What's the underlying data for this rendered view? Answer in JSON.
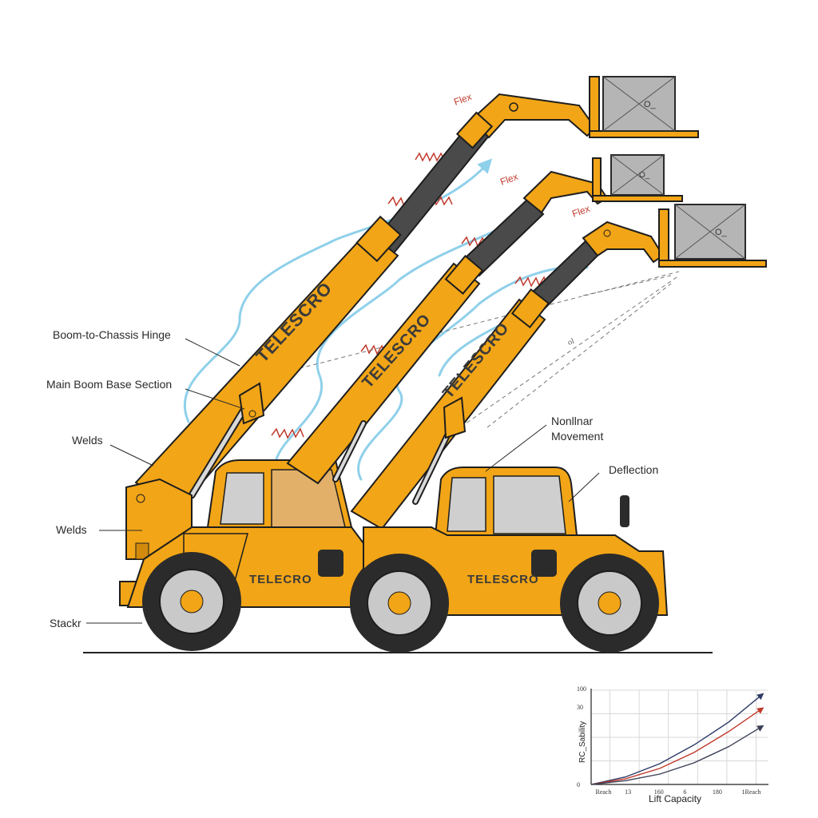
{
  "callouts": {
    "hinge": "Boom-to-Chassis Hinge",
    "base_section": "Main Boom Base Section",
    "welds_upper": "Welds",
    "welds_lower": "Welds",
    "stacker": "Stackr",
    "nonlinear_1": "Nonllnar",
    "nonlinear_2": "Movement",
    "deflection": "Deflection"
  },
  "flex_labels": [
    "Flex",
    "Flex",
    "Flex"
  ],
  "brand_boom": "TELESCRO",
  "brand_body": [
    "TELECRO",
    "TELESCRO"
  ],
  "load_marks": [
    "O_",
    "O_",
    "O_"
  ],
  "dash_mark": "ol",
  "colors": {
    "machine_yellow": "#F2A516",
    "machine_shadow": "#D18A0C",
    "tire": "#2b2b2b",
    "rim": "#c9c9c9",
    "boom_inner": "#4a4a4a",
    "load": "#b5b5b5",
    "flex_red": "#c0392b",
    "flow_blue": "#8fd0ea"
  },
  "chart_data": {
    "type": "line",
    "xlabel": "Lift Capacity",
    "ylabel": "RC_Sability",
    "x_tick_labels": [
      "Reach",
      "13",
      "160",
      "6",
      "180",
      "1Reach"
    ],
    "y_tick_labels": [
      "0",
      "30",
      "100"
    ],
    "grid": true,
    "series": [
      {
        "color": "#2d3a66",
        "x": [
          0,
          1,
          2,
          3,
          4,
          5
        ],
        "y": [
          0,
          8,
          22,
          42,
          66,
          96
        ]
      },
      {
        "color": "#c0392b",
        "x": [
          0,
          1,
          2,
          3,
          4,
          5
        ],
        "y": [
          0,
          6,
          17,
          34,
          56,
          81
        ]
      },
      {
        "color": "#3a3f55",
        "x": [
          0,
          1,
          2,
          3,
          4,
          5
        ],
        "y": [
          0,
          4,
          11,
          23,
          40,
          62
        ]
      }
    ],
    "ylim": [
      0,
      100
    ]
  }
}
